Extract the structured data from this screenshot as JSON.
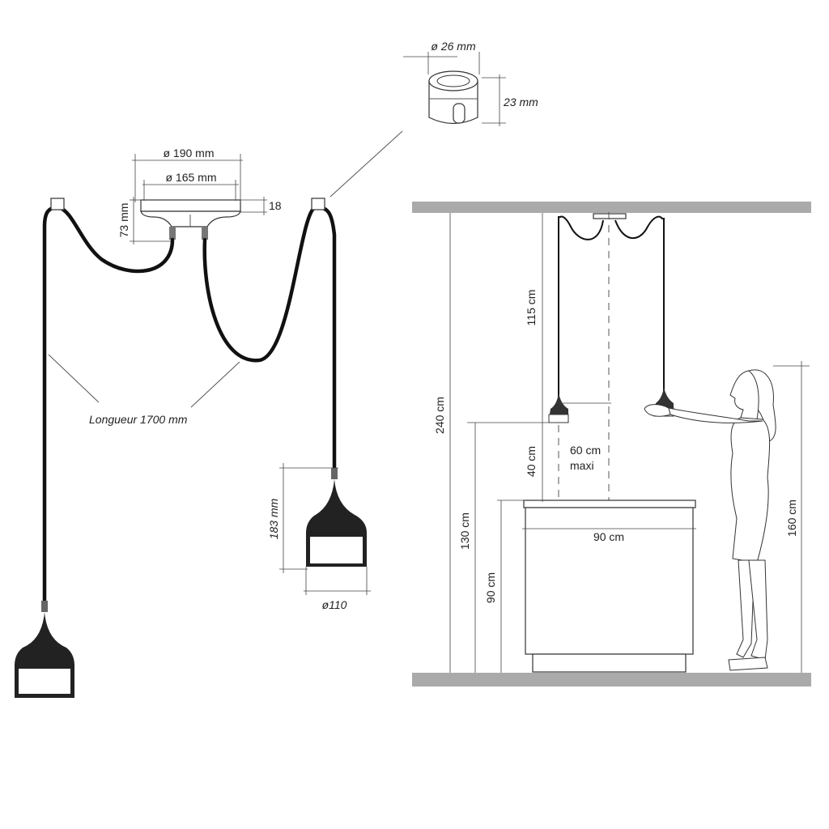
{
  "left_drawing": {
    "canopy_outer_diameter": "ø 190 mm",
    "canopy_inner_diameter": "ø 165 mm",
    "canopy_base_height": "18",
    "canopy_total_height": "73 mm",
    "cable_length": "Longueur 1700 mm",
    "shade_height": "183 mm",
    "shade_diameter": "ø110"
  },
  "cable_clip": {
    "diameter": "ø 26 mm",
    "height": "23 mm"
  },
  "installation": {
    "ceiling_height": "240 cm",
    "cable_drop": "115 cm",
    "lamp_above_counter": "40 cm",
    "spacing_line1": "60 cm",
    "spacing_line2": "maxi",
    "lamp_height_from_floor": "130 cm",
    "counter_height": "90 cm",
    "counter_width": "90 cm",
    "person_height": "160 cm"
  },
  "colors": {
    "ceiling_floor": "#aaaaaa",
    "cable": "#111111"
  }
}
